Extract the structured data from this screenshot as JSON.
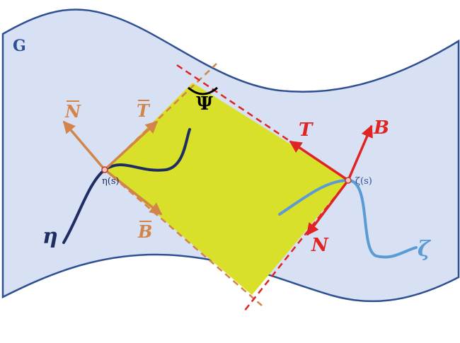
{
  "surface": {
    "label": "G"
  },
  "curve_eta": {
    "label": "η",
    "point_label": "η(s)"
  },
  "curve_zeta": {
    "label": "ζ",
    "point_label": "ζ(s)"
  },
  "frame_eta": {
    "tangent": "T",
    "normal": "N",
    "binormal": "B"
  },
  "frame_zeta": {
    "tangent": "T",
    "normal": "N",
    "binormal": "B"
  },
  "angle": {
    "label": "Ψ"
  },
  "colors": {
    "surface_fill": "#d7e1f3",
    "surface_stroke": "#2e5093",
    "plane_fill": "#d9e02a",
    "orange": "#d2844a",
    "red": "#e02424",
    "eta_curve": "#1f2d63",
    "zeta_curve": "#5b9bd5"
  }
}
